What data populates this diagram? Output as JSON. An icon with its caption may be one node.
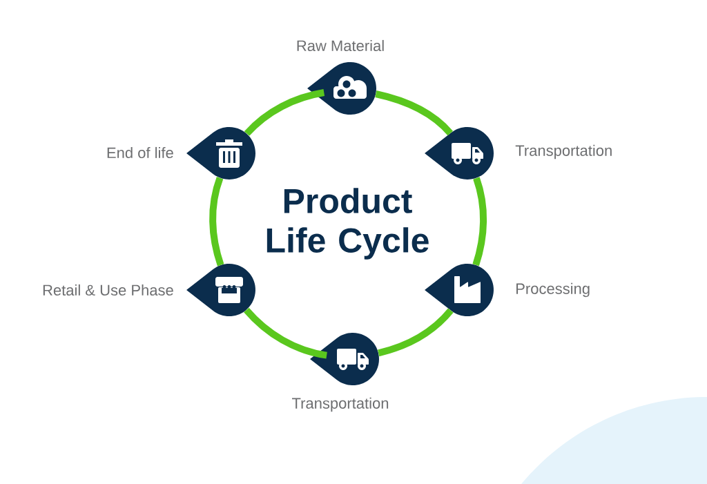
{
  "diagram": {
    "title": "Product Life Cycle",
    "nodes": [
      {
        "text": [],
        "shape": "drop",
        "beside": [
          "Raw Material"
        ]
      },
      {
        "text": [],
        "shape": "drop",
        "beside": [
          "Transportation"
        ]
      },
      {
        "text": [],
        "shape": "drop",
        "beside": [
          "Processing"
        ]
      },
      {
        "text": [],
        "shape": "drop",
        "beside": [
          "Transportation"
        ]
      },
      {
        "text": [],
        "shape": "drop",
        "beside": [
          "Retail & Use Phase"
        ]
      },
      {
        "text": [],
        "shape": "drop",
        "beside": [
          "End of life"
        ]
      }
    ],
    "edges": [
      {
        "from": 0,
        "to": 1,
        "arrow": "none"
      },
      {
        "from": 1,
        "to": 2,
        "arrow": "none"
      },
      {
        "from": 2,
        "to": 3,
        "arrow": "none"
      },
      {
        "from": 3,
        "to": 4,
        "arrow": "none"
      },
      {
        "from": 4,
        "to": 5,
        "arrow": "none"
      },
      {
        "from": 5,
        "to": 0,
        "arrow": "none"
      }
    ]
  }
}
